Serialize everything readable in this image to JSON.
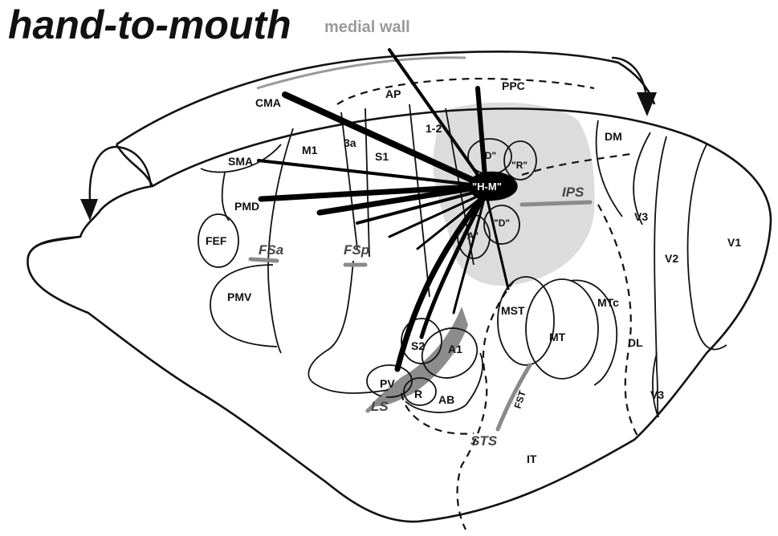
{
  "title": "hand-to-mouth",
  "subtitle": "medial wall",
  "areas": {
    "cma": "CMA",
    "ap": "AP",
    "ppc": "PPC",
    "one_two": "1-2",
    "three_a": "3a",
    "s1": "S1",
    "m1": "M1",
    "sma": "SMA",
    "pmd": "PMD",
    "fef": "FEF",
    "pmv": "PMV",
    "dm": "DM",
    "v3_upper": "V3",
    "v3_lower": "V3",
    "v2": "V2",
    "v1": "V1",
    "mst": "MST",
    "mt": "MT",
    "mtc": "MTc",
    "dl": "DL",
    "it": "IT",
    "s2": "S2",
    "a1": "A1",
    "pv": "PV",
    "r": "R",
    "ab": "AB",
    "hm": "\"H-M\"",
    "d_upper": "\"D\"",
    "r_ppc": "\"R\"",
    "d_lower": "\"D\"",
    "a_ppc": "\"A\""
  },
  "sulci": {
    "fsa": "FSa",
    "fsp": "FSp",
    "ips": "IPS",
    "ls": "LS",
    "sts": "STS",
    "fst": "FST"
  },
  "colors": {
    "ink": "#111111",
    "ppc_field": "#dcdcdc",
    "auditory_field": "#8c8c8c",
    "sulcus_marker": "#8a8a8a"
  }
}
